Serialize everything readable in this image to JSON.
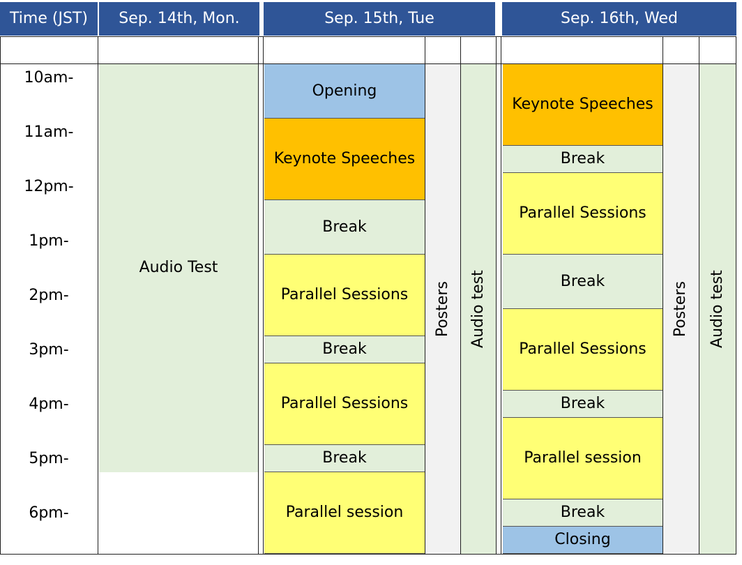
{
  "colors": {
    "header": "#2f5597",
    "audio": "#e2efda",
    "opening": "#9dc3e6",
    "keynote": "#ffc000",
    "break": "#e2efda",
    "parallel": "#ffff75",
    "posters": "#f2f2f2",
    "audio_test": "#e2efda"
  },
  "header": {
    "time": "Time (JST)",
    "day1": "Sep. 14th, Mon.",
    "day2": "Sep. 15th, Tue",
    "day3": "Sep. 16th, Wed"
  },
  "times": [
    "10am-",
    "11am-",
    "12pm-",
    "1pm-",
    "2pm-",
    "3pm-",
    "4pm-",
    "5pm-",
    "6pm-"
  ],
  "day1": {
    "audio_test": "Audio Test"
  },
  "day2": {
    "sessions": [
      {
        "label": "Opening",
        "start": "10:00",
        "end": "11:00",
        "kind": "opening"
      },
      {
        "label": "Keynote Speeches",
        "start": "11:00",
        "end": "12:30",
        "kind": "keynote"
      },
      {
        "label": "Break",
        "start": "12:30",
        "end": "13:30",
        "kind": "break"
      },
      {
        "label": "Parallel Sessions",
        "start": "13:30",
        "end": "15:00",
        "kind": "parallel"
      },
      {
        "label": "Break",
        "start": "15:00",
        "end": "15:30",
        "kind": "break"
      },
      {
        "label": "Parallel Sessions",
        "start": "15:30",
        "end": "17:00",
        "kind": "parallel"
      },
      {
        "label": "Break",
        "start": "17:00",
        "end": "17:30",
        "kind": "break"
      },
      {
        "label": "Parallel session",
        "start": "17:30",
        "end": "19:00",
        "kind": "parallel"
      }
    ],
    "posters": "Posters",
    "audio_test": "Audio test"
  },
  "day3": {
    "sessions": [
      {
        "label": "Keynote Speeches",
        "start": "10:00",
        "end": "11:30",
        "kind": "keynote"
      },
      {
        "label": "Break",
        "start": "11:30",
        "end": "12:00",
        "kind": "break"
      },
      {
        "label": "Parallel Sessions",
        "start": "12:00",
        "end": "13:30",
        "kind": "parallel"
      },
      {
        "label": "Break",
        "start": "13:30",
        "end": "14:30",
        "kind": "break"
      },
      {
        "label": "Parallel Sessions",
        "start": "14:30",
        "end": "16:00",
        "kind": "parallel"
      },
      {
        "label": "Break",
        "start": "16:00",
        "end": "16:30",
        "kind": "break"
      },
      {
        "label": "Parallel session",
        "start": "16:30",
        "end": "18:00",
        "kind": "parallel"
      },
      {
        "label": "Break",
        "start": "18:00",
        "end": "18:30",
        "kind": "break"
      },
      {
        "label": "Closing",
        "start": "18:30",
        "end": "19:00",
        "kind": "opening"
      }
    ],
    "posters": "Posters",
    "audio_test": "Audio test"
  }
}
